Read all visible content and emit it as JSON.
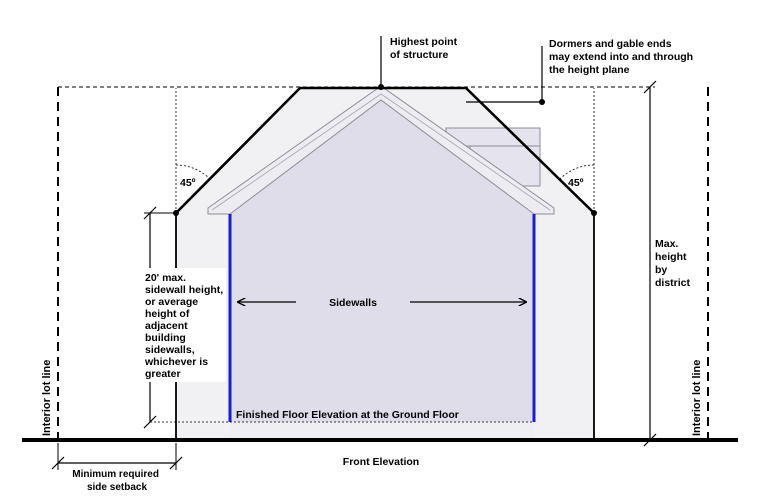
{
  "labels": {
    "highest_point": [
      "Highest point",
      "of structure"
    ],
    "dormers": [
      "Dormers and gable ends",
      "may extend into and through",
      "the height plane"
    ],
    "angle_left": "45º",
    "angle_right": "45º",
    "max_height": [
      "Max.",
      "height",
      "by",
      "district"
    ],
    "sidewall_height": [
      "20' max.",
      "sidewall height,",
      "or average",
      "height of",
      "adjacent",
      "building",
      "sidewalls,",
      "whichever is",
      "greater"
    ],
    "sidewalls": "Sidewalls",
    "finished_floor": "Finished Floor Elevation at the Ground Floor",
    "front_elevation": "Front Elevation",
    "setback": [
      "Minimum required",
      "side setback"
    ],
    "lot_line_left": "Interior lot line",
    "lot_line_right": "Interior lot line"
  },
  "colors": {
    "ink": "#000000",
    "envelope_fill": "#f1f1f3",
    "building_fill": "#dedde9",
    "sidewall_accent": "#1a1adb",
    "trim": "#8d8d95"
  }
}
